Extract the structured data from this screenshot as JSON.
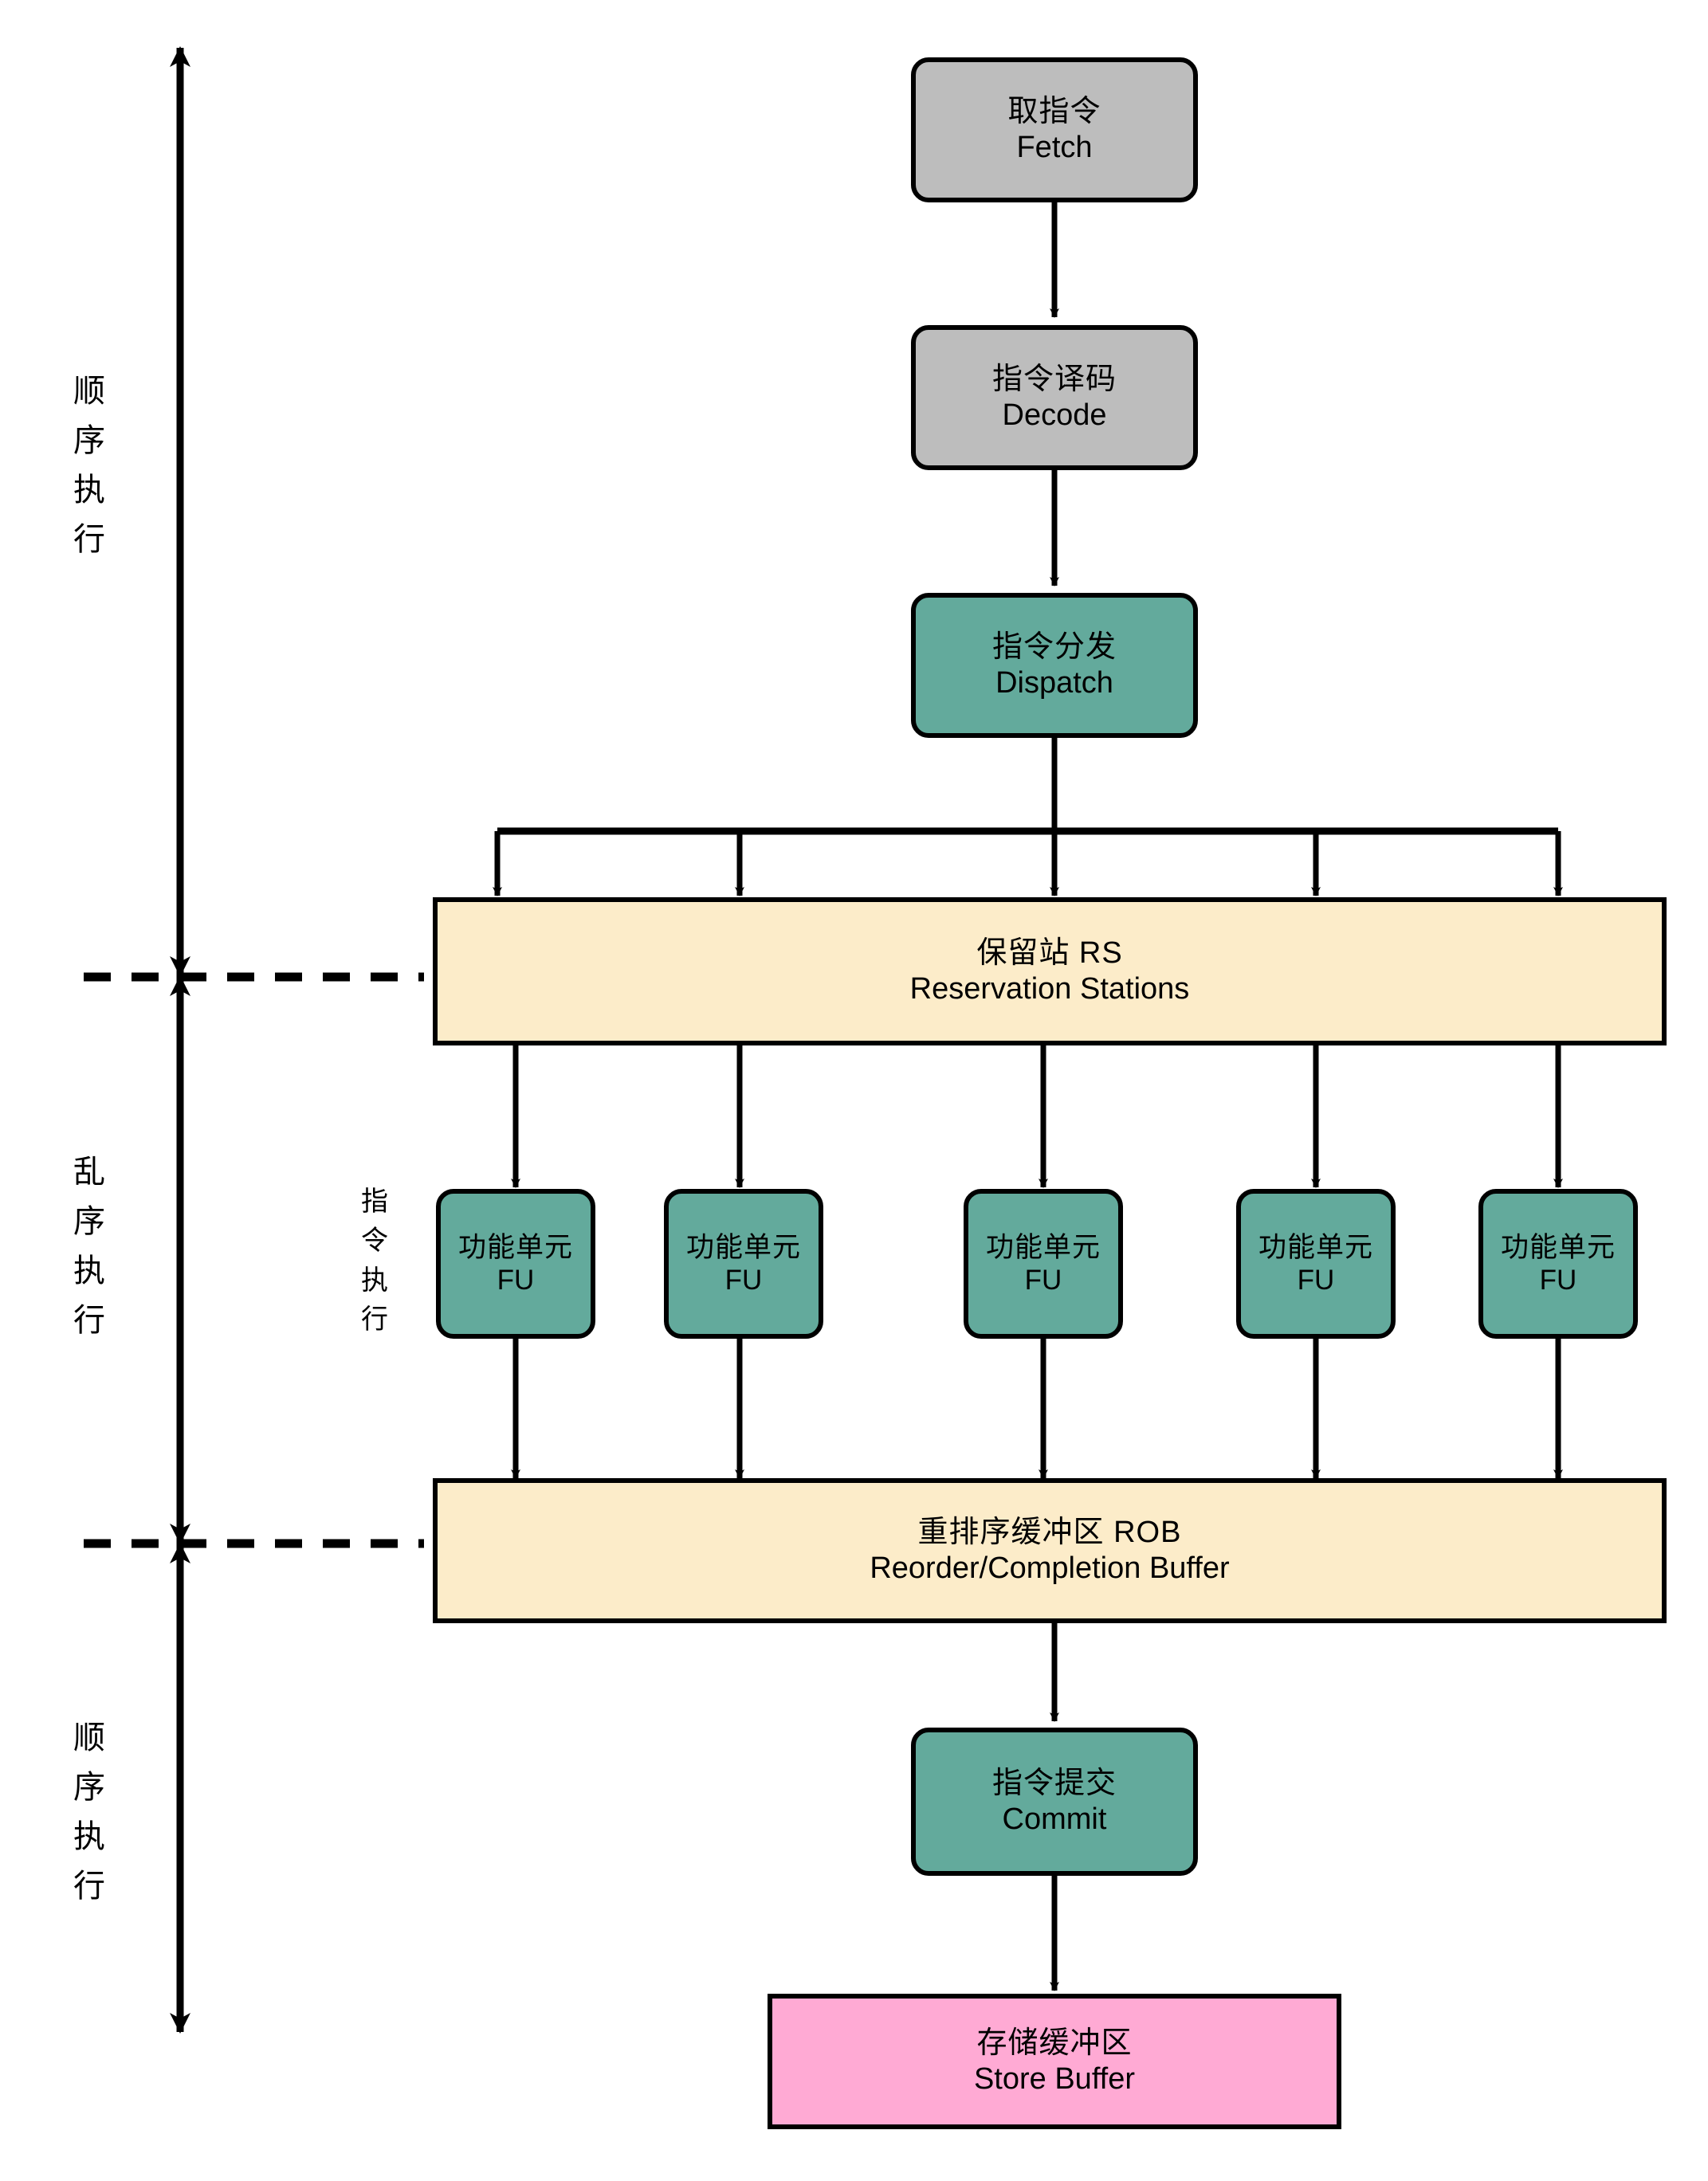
{
  "diagram": {
    "title": "Out-of-order superscalar pipeline",
    "colors": {
      "stage_gray": "#bdbdbd",
      "stage_teal": "#63aa9c",
      "buffer_cream": "#fcecc9",
      "buffer_pink": "#ffaad4",
      "stroke": "#000000",
      "background": "#ffffff"
    }
  },
  "phases": [
    {
      "id": "in-order-front",
      "lines": [
        "顺",
        "序",
        "执",
        "行"
      ]
    },
    {
      "id": "out-of-order",
      "lines": [
        "乱",
        "序",
        "执",
        "行"
      ]
    },
    {
      "id": "in-order-back",
      "lines": [
        "顺",
        "序",
        "执",
        "行"
      ]
    }
  ],
  "execution_label": {
    "lines": [
      "指",
      "令",
      "执",
      "行"
    ]
  },
  "stages": {
    "fetch": {
      "cn": "取指令",
      "en": "Fetch"
    },
    "decode": {
      "cn": "指令译码",
      "en": "Decode"
    },
    "dispatch": {
      "cn": "指令分发",
      "en": "Dispatch"
    },
    "commit": {
      "cn": "指令提交",
      "en": "Commit"
    }
  },
  "buffers": {
    "reservation_stations": {
      "cn": "保留站 RS",
      "en": "Reservation Stations"
    },
    "reorder_buffer": {
      "cn": "重排序缓冲区 ROB",
      "en": "Reorder/Completion Buffer"
    },
    "store_buffer": {
      "cn": "存储缓冲区",
      "en": "Store Buffer"
    }
  },
  "functional_units": [
    {
      "cn": "功能单元",
      "en": "FU"
    },
    {
      "cn": "功能单元",
      "en": "FU"
    },
    {
      "cn": "功能单元",
      "en": "FU"
    },
    {
      "cn": "功能单元",
      "en": "FU"
    },
    {
      "cn": "功能单元",
      "en": "FU"
    }
  ]
}
